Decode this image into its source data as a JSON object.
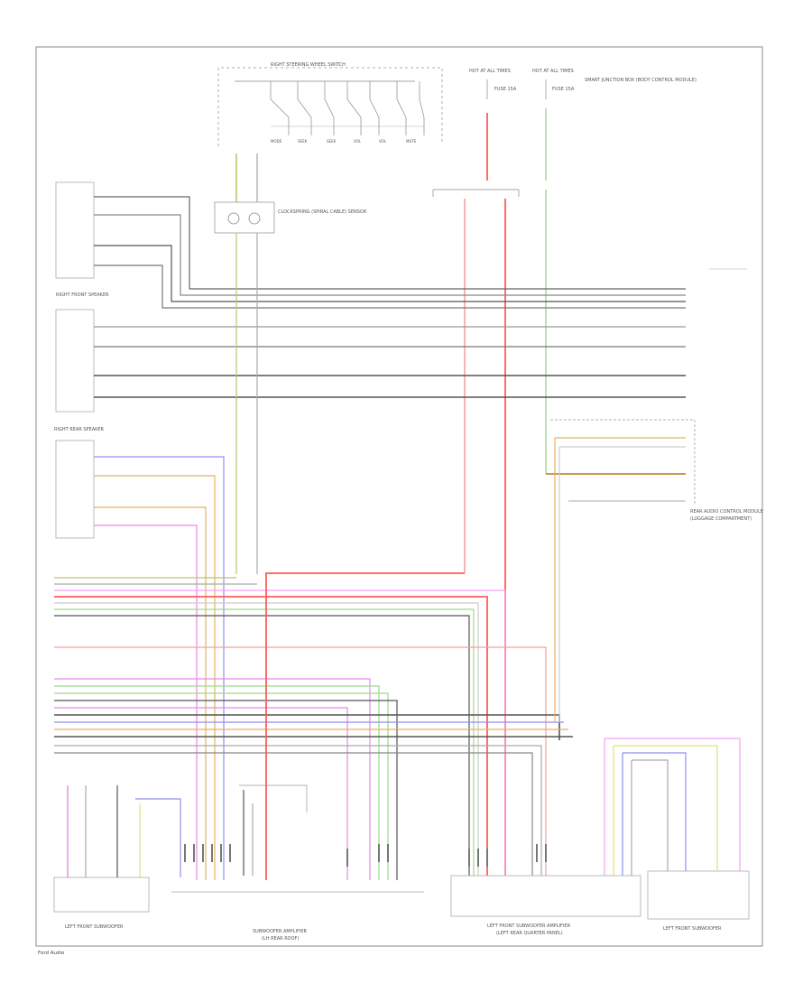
{
  "labels": {
    "switch_title": "RIGHT STEERING WHEEL SWITCH",
    "clockspring": "CLOCKSPRING (SPIRAL CABLE) SENSOR",
    "hot_at_all_times_1": "HOT AT ALL TIMES",
    "hot_at_all_times_2": "HOT AT ALL TIMES",
    "fuse_1": "FUSE 15A",
    "fuse_2": "FUSE 15A",
    "fuse_note": "SMART JUNCTION BOX (BODY CONTROL MODULE)",
    "right_front_speaker": "RIGHT FRONT SPEAKER",
    "right_rear_speaker": "RIGHT REAR SPEAKER",
    "left_front_speaker": "LEFT FRONT SUBWOOFER",
    "subwoofer_amp": "SUBWOOFER AMPLIFIER",
    "subwoofer_amp_sub": "(LH REAR ROOF)",
    "left_front_sub_amp": "LEFT FRONT SUBWOOFER AMPLIFIER",
    "left_front_sub_amp_sub": "(LEFT REAR QUARTER PANEL)",
    "left_front_sub_right": "LEFT FRONT SUBWOOFER",
    "rear_audio": "REAR AUDIO CONTROL MODULE",
    "rear_audio_sub": "(LUGGAGE COMPARTMENT)",
    "footer": "Ford Audio"
  },
  "colors": {
    "red": "#ff6b6b",
    "pink": "#f2a0a0",
    "yellow": "#e6e07a",
    "green": "#9ed98e",
    "blue": "#8f8ff0",
    "violet": "#e58ae5",
    "orange": "#e8b060",
    "dark": "#555555",
    "gray": "#9a9a9a"
  }
}
